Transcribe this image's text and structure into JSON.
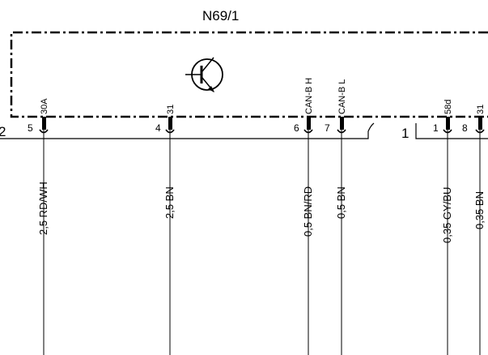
{
  "component": {
    "id": "N69/1",
    "icon": "transistor-icon"
  },
  "connectors": [
    {
      "label": "2"
    },
    {
      "label": "1"
    }
  ],
  "pins": [
    {
      "pin": "5",
      "signal": "30A",
      "wire": "2,5 RD/WH"
    },
    {
      "pin": "4",
      "signal": "31",
      "wire": "2,5 BN"
    },
    {
      "pin": "6",
      "signal": "CAN-B H",
      "wire": "0,5 BN/RD"
    },
    {
      "pin": "7",
      "signal": "CAN-B L",
      "wire": "0,5 BN"
    },
    {
      "pin": "1",
      "signal": "58d",
      "wire": "0,35 GY/BU"
    },
    {
      "pin": "8",
      "signal": "31",
      "wire": "0,35 BN"
    }
  ]
}
